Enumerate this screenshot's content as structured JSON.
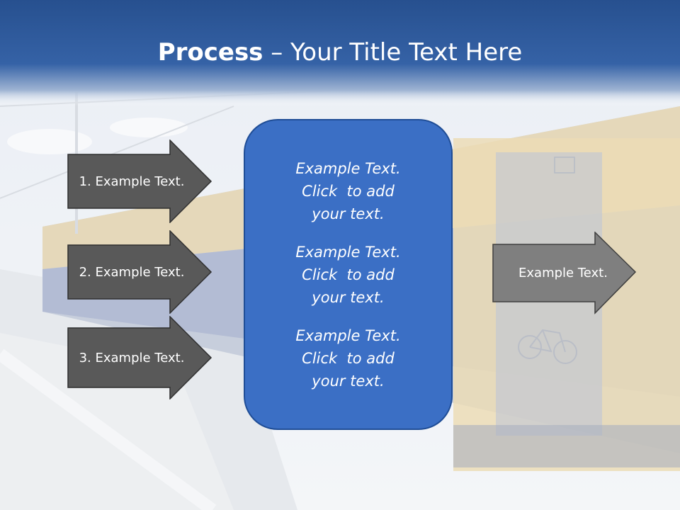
{
  "slide": {
    "title_bold": "Process",
    "title_rest": " – Your Title Text Here"
  },
  "left_arrows": [
    {
      "label": "1. Example Text."
    },
    {
      "label": "2. Example Text."
    },
    {
      "label": "3. Example Text."
    }
  ],
  "center_box": {
    "paragraphs": [
      {
        "lines": [
          "Example Text.",
          "Click  to add",
          "your text."
        ]
      },
      {
        "lines": [
          "Example Text.",
          "Click  to add",
          "your text."
        ]
      },
      {
        "lines": [
          "Example Text.",
          "Click  to add",
          "your text."
        ]
      }
    ]
  },
  "right_arrow": {
    "label": "Example Text."
  },
  "colors": {
    "header_blue": "#2c5599",
    "box_blue": "#3b6fc5",
    "dark_arrow": "#595959",
    "light_arrow": "#7f7f7f"
  }
}
